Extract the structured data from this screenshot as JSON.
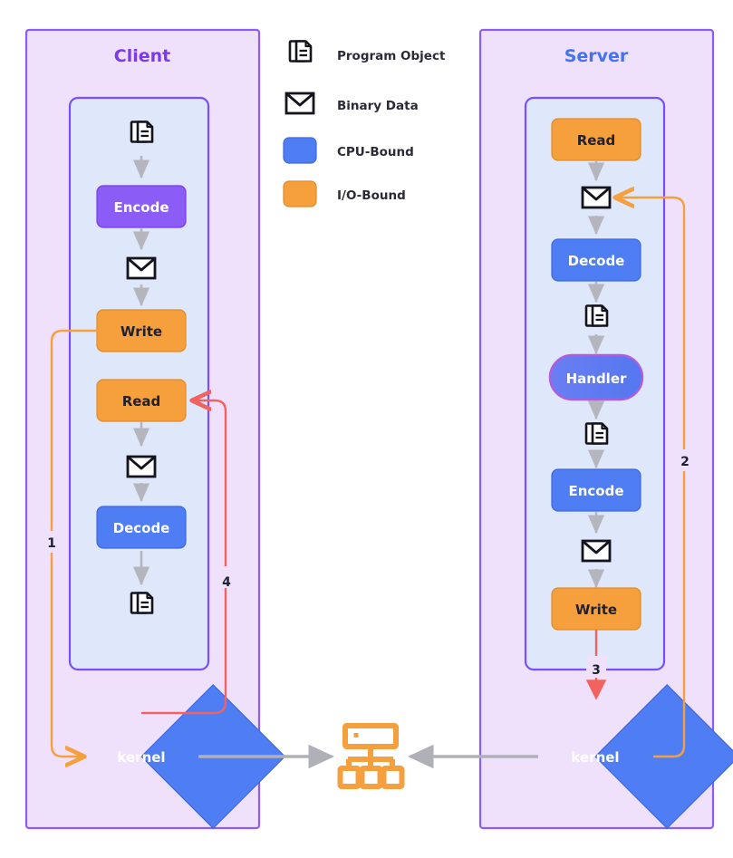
{
  "diagram": {
    "title_client": "Client",
    "title_server": "Server",
    "colors": {
      "lane_fill": "#efe0fb",
      "lane_stroke": "#8b5cf6",
      "panel_fill": "#dfe7fb",
      "panel_stroke": "#7c4dff",
      "client_title": "#7c3aed",
      "server_title": "#4472f0",
      "cpu_bound": "#4f7df3",
      "io_bound": "#f5a03c",
      "encode_client": "#8b5cf6",
      "handler_fill": "#5b7bf0",
      "handler_stroke": "#b05ce0",
      "arrow_gray": "#b0b0b8",
      "arrow_orange": "#f5a03c",
      "arrow_red": "#f2635f",
      "network_icon": "#f5a03c",
      "icon_outline": "#14141f"
    }
  },
  "legend": {
    "items": [
      {
        "icon": "program-object-icon",
        "label": "Program Object"
      },
      {
        "icon": "binary-data-icon",
        "label": "Binary Data"
      },
      {
        "icon": "cpu-bound-swatch",
        "label": "CPU-Bound"
      },
      {
        "icon": "io-bound-swatch",
        "label": "I/O-Bound"
      }
    ]
  },
  "client": {
    "title": "Client",
    "nodes": [
      {
        "type": "program-object",
        "label": ""
      },
      {
        "type": "process",
        "label": "Encode",
        "kind": "encode-purple"
      },
      {
        "type": "binary-data",
        "label": ""
      },
      {
        "type": "process",
        "label": "Write",
        "kind": "io-bound"
      },
      {
        "type": "process",
        "label": "Read",
        "kind": "io-bound"
      },
      {
        "type": "binary-data",
        "label": ""
      },
      {
        "type": "process",
        "label": "Decode",
        "kind": "cpu-bound"
      },
      {
        "type": "program-object",
        "label": ""
      }
    ],
    "kernel": "kernel"
  },
  "server": {
    "title": "Server",
    "nodes": [
      {
        "type": "process",
        "label": "Read",
        "kind": "io-bound"
      },
      {
        "type": "binary-data",
        "label": ""
      },
      {
        "type": "process",
        "label": "Decode",
        "kind": "cpu-bound"
      },
      {
        "type": "program-object",
        "label": ""
      },
      {
        "type": "process",
        "label": "Handler",
        "kind": "handler"
      },
      {
        "type": "program-object",
        "label": ""
      },
      {
        "type": "process",
        "label": "Encode",
        "kind": "cpu-bound"
      },
      {
        "type": "binary-data",
        "label": ""
      },
      {
        "type": "process",
        "label": "Write",
        "kind": "io-bound"
      }
    ],
    "kernel": "kernel"
  },
  "sequence_labels": {
    "one": "1",
    "two": "2",
    "three": "3",
    "four": "4"
  },
  "network": {
    "icon": "network-hub-icon"
  }
}
